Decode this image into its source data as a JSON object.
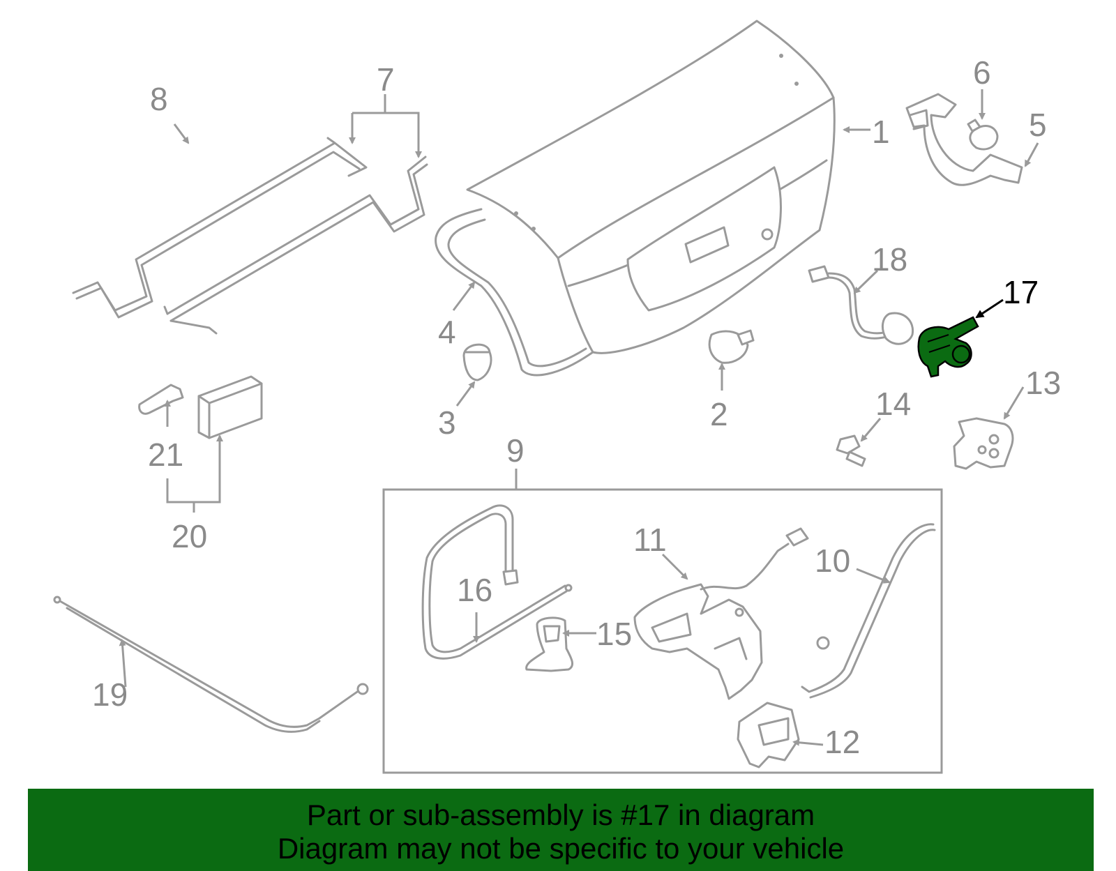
{
  "callouts": {
    "c1": "1",
    "c2": "2",
    "c3": "3",
    "c4": "4",
    "c5": "5",
    "c6": "6",
    "c7": "7",
    "c8": "8",
    "c9": "9",
    "c10": "10",
    "c11": "11",
    "c12": "12",
    "c13": "13",
    "c14": "14",
    "c15": "15",
    "c16": "16",
    "c17": "17",
    "c18": "18",
    "c19": "19",
    "c20": "20",
    "c21": "21"
  },
  "highlighted_part": "17",
  "colors": {
    "highlight": "#0b6b12",
    "banner": "#0b6b12",
    "lines": "#9a9a9a"
  },
  "banner": {
    "line1": "Part or sub-assembly is #17 in diagram",
    "line2": "Diagram may not be specific to your vehicle"
  }
}
